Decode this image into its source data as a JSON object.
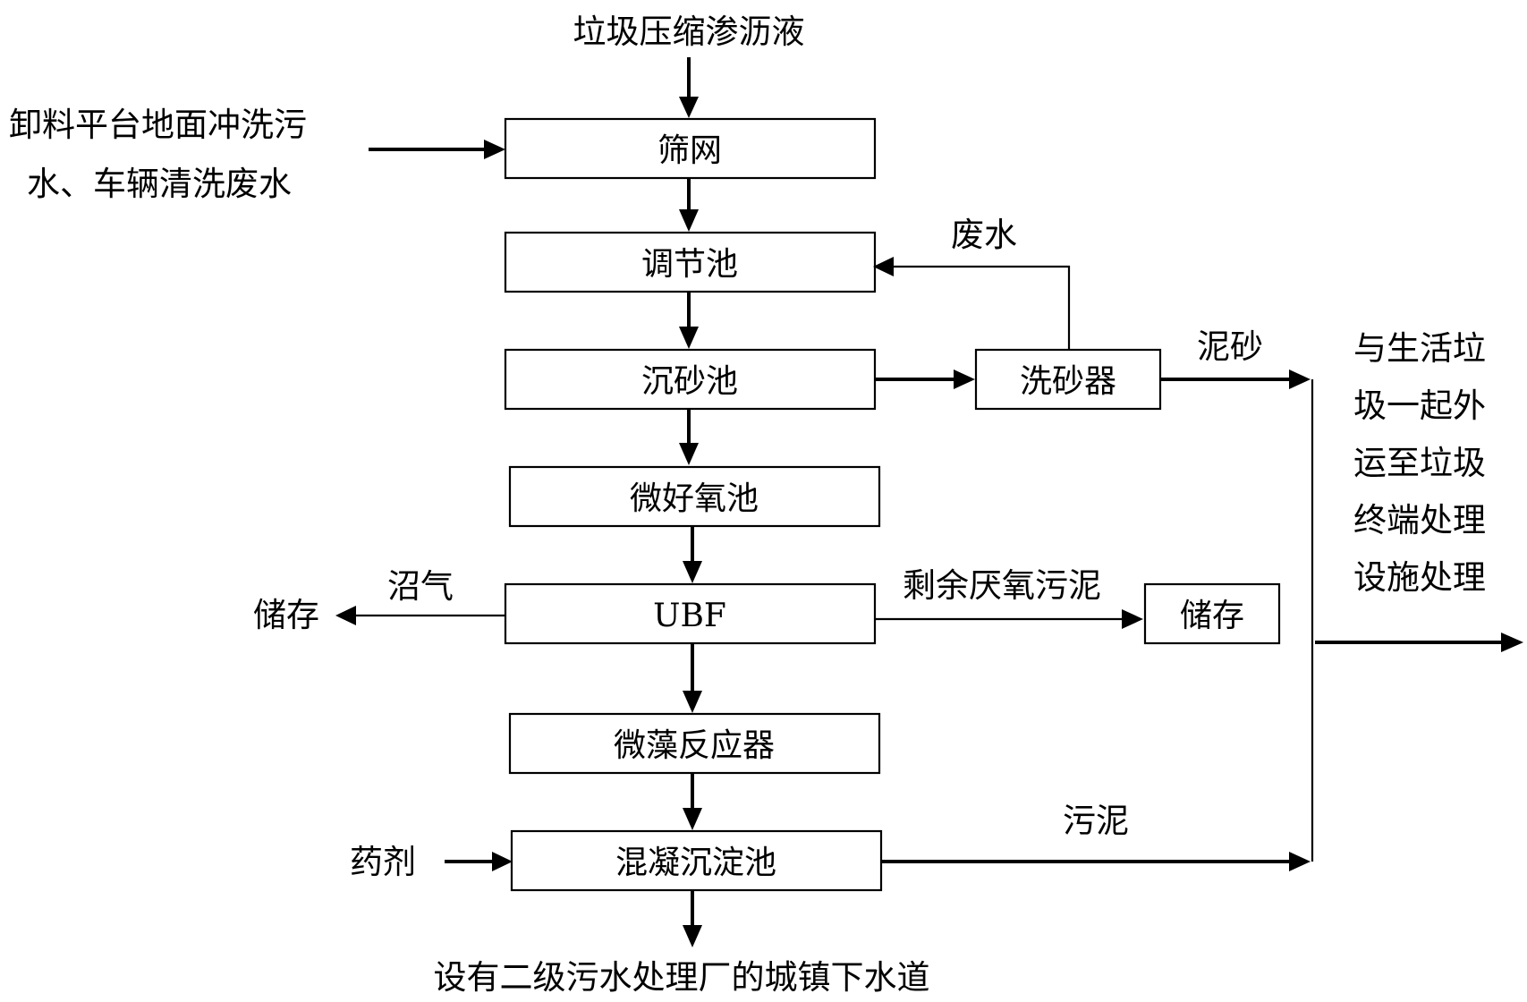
{
  "diagram": {
    "input_top": "垃圾压缩渗沥液",
    "input_left_line1": "卸料平台地面冲洗污",
    "input_left_line2": "水、车辆清洗废水",
    "boxes": {
      "screen": "筛网",
      "regulating_tank": "调节池",
      "grit_chamber": "沉砂池",
      "sand_washer": "洗砂器",
      "micro_aerobic_tank": "微好氧池",
      "ubf": "UBF",
      "storage_sludge": "储存",
      "microalgae_reactor": "微藻反应器",
      "coagulation_tank": "混凝沉淀池"
    },
    "labels": {
      "wastewater": "废水",
      "grit": "泥砂",
      "biogas": "沼气",
      "storage_biogas": "储存",
      "excess_sludge": "剩余厌氧污泥",
      "chemicals": "药剂",
      "sludge": "污泥",
      "output_bottom": "设有二级污水处理厂的城镇下水道"
    },
    "disposal_lines": [
      "与生活垃",
      "圾一起外",
      "运至垃圾",
      "终端处理",
      "设施处理"
    ]
  }
}
